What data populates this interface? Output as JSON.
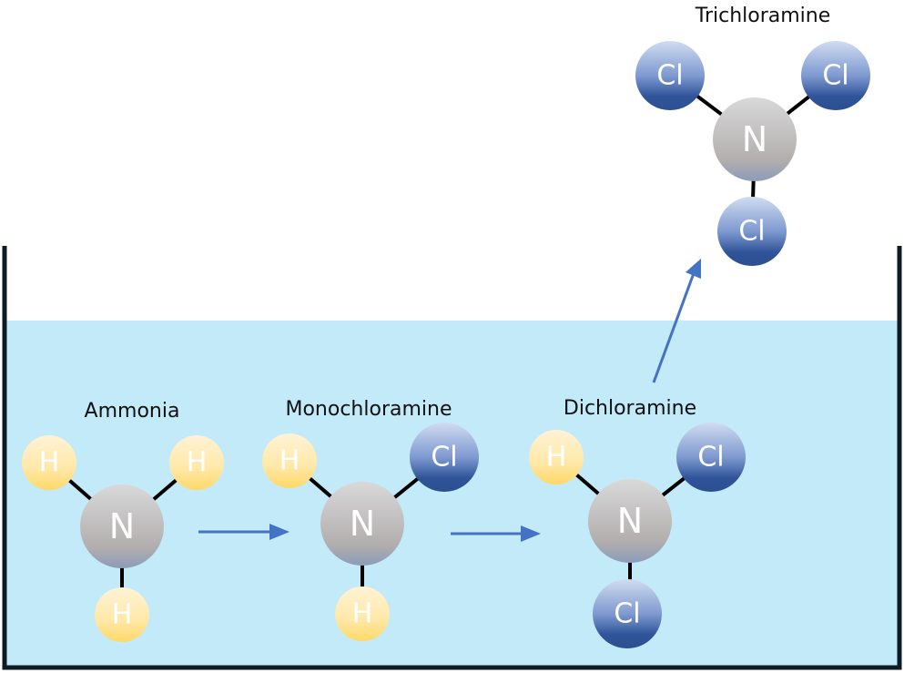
{
  "title": "Chloramine formation",
  "molecules": [
    {
      "name": "Ammonia",
      "center": "N",
      "substituents": [
        "H",
        "H",
        "H"
      ]
    },
    {
      "name": "Monochloramine",
      "center": "N",
      "substituents": [
        "H",
        "Cl",
        "H"
      ]
    },
    {
      "name": "Dichloramine",
      "center": "N",
      "substituents": [
        "H",
        "Cl",
        "Cl"
      ]
    },
    {
      "name": "Trichloramine",
      "center": "N",
      "substituents": [
        "Cl",
        "Cl",
        "Cl"
      ]
    }
  ],
  "colors": {
    "water": "#c2eaf8",
    "container": "#0d1b24",
    "arrow": "#4472c4",
    "bond": "#000000"
  }
}
